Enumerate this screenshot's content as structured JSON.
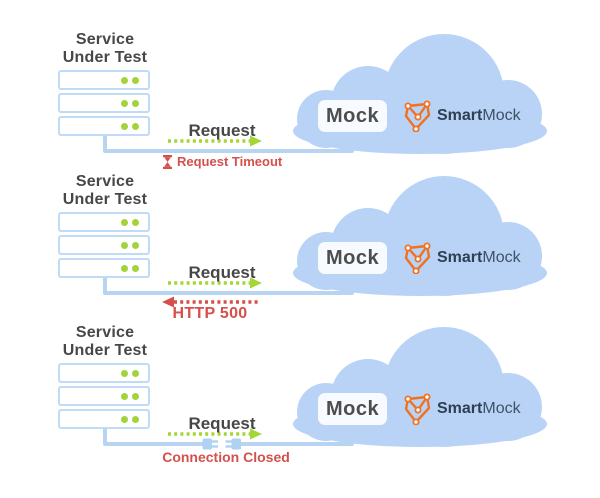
{
  "rows": [
    {
      "service_line1": "Service",
      "service_line2": "Under Test",
      "request_label": "Request",
      "error_label": "Request Timeout",
      "mock_label": "Mock",
      "brand_smart": "Smart",
      "brand_mock": "Mock"
    },
    {
      "service_line1": "Service",
      "service_line2": "Under Test",
      "request_label": "Request",
      "error_label": "HTTP 500",
      "mock_label": "Mock",
      "brand_smart": "Smart",
      "brand_mock": "Mock"
    },
    {
      "service_line1": "Service",
      "service_line2": "Under Test",
      "request_label": "Request",
      "error_label": "Connection Closed",
      "mock_label": "Mock",
      "brand_smart": "Smart",
      "brand_mock": "Mock"
    }
  ],
  "colors": {
    "cloud": "#B9D3F7",
    "connector_line": "#B7D5F2",
    "server_border": "#BFDBF6",
    "status_dot_green": "#A2D43A",
    "request_arrow_green": "#A4D636",
    "error_red": "#D5504C",
    "text_dark": "#474747",
    "brand_orange": "#EF7121",
    "brand_navy": "#2E3F51",
    "mock_box_bg": "#F7FAFE"
  },
  "icons": {
    "server": "server-stack-icon",
    "timeout": "hourglass-icon",
    "disconnect": "plug-disconnect-icon",
    "cloud": "cloud-shape",
    "logo": "smartmock-network-icon",
    "request_arrow": "green-dashed-arrow-right",
    "response_arrow": "red-dashed-arrow-left"
  }
}
